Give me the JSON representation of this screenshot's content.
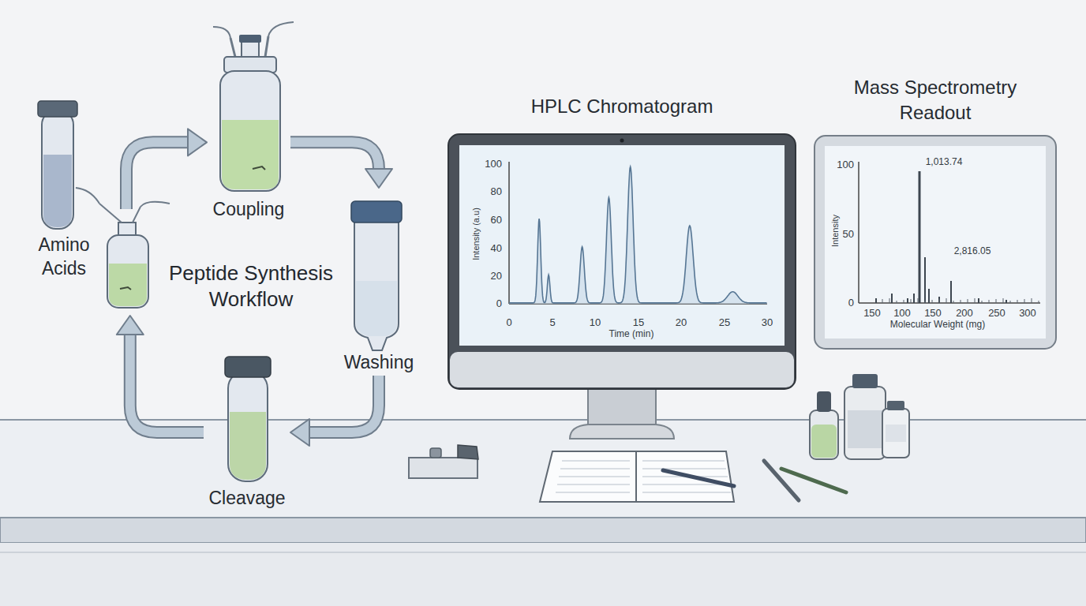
{
  "diagram": {
    "title": "Peptide Synthesis Workflow",
    "nodes": [
      {
        "text": [
          "Amino Acids"
        ]
      },
      {
        "text": [
          "Coupling"
        ]
      },
      {
        "text": [
          "Washing"
        ]
      },
      {
        "text": [
          "Cleavage"
        ]
      },
      {
        "text": [
          "HPLC Chromatogram"
        ]
      },
      {
        "text": [
          "Mass Spectrometry Readout"
        ]
      }
    ],
    "edges": [
      {
        "from": 0,
        "to": 1,
        "arrow": "to"
      },
      {
        "from": 1,
        "to": 2,
        "arrow": "to"
      },
      {
        "from": 2,
        "to": 3,
        "arrow": "to"
      },
      {
        "from": 3,
        "to": 0,
        "arrow": "to"
      }
    ],
    "labels": [
      "100",
      "80",
      "60",
      "40",
      "20",
      "0",
      "0",
      "5",
      "10",
      "15",
      "20",
      "25",
      "30",
      "Intensity (a.u)",
      "Time (min)",
      "100",
      "50",
      "0",
      "150",
      "100",
      "150",
      "200",
      "250",
      "300",
      "Intensity",
      "Molecular Weight (mg)",
      "1,013.74",
      "2,816.05"
    ]
  }
}
